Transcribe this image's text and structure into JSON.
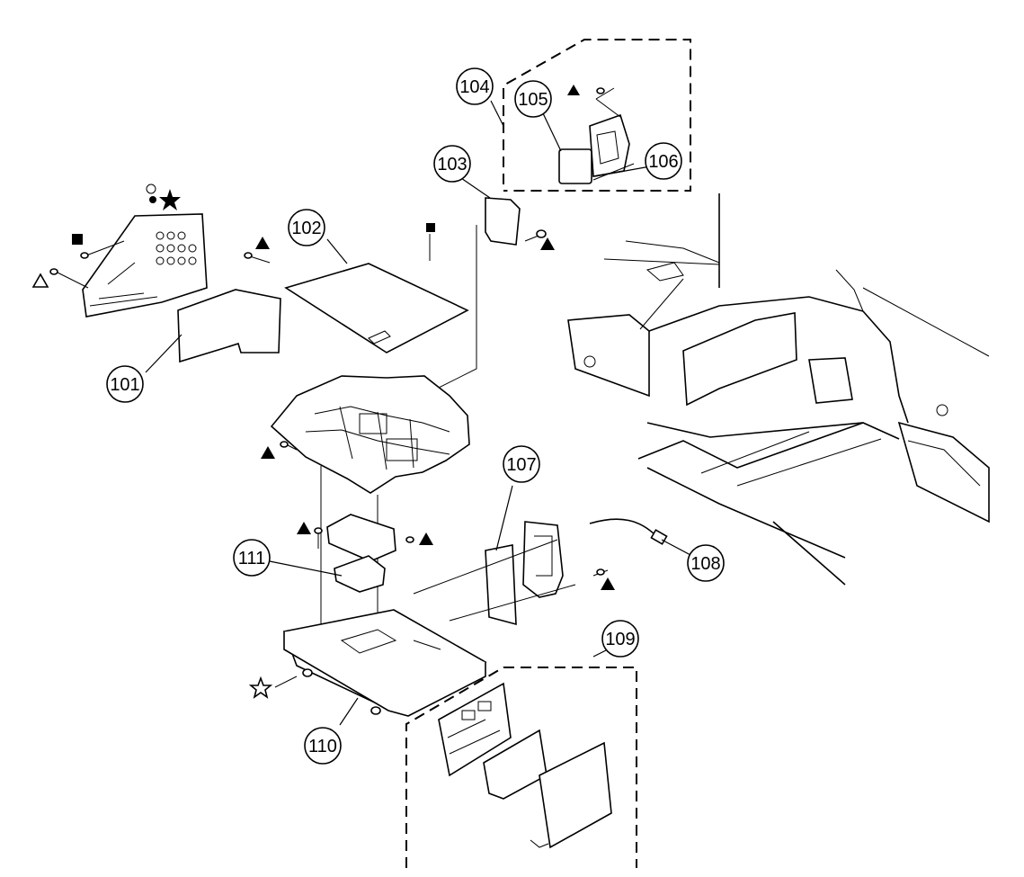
{
  "diagram": {
    "type": "exploded-parts-view",
    "callouts": [
      {
        "id": "101",
        "label": "101"
      },
      {
        "id": "102",
        "label": "102"
      },
      {
        "id": "103",
        "label": "103"
      },
      {
        "id": "104",
        "label": "104"
      },
      {
        "id": "105",
        "label": "105"
      },
      {
        "id": "106",
        "label": "106"
      },
      {
        "id": "107",
        "label": "107"
      },
      {
        "id": "108",
        "label": "108"
      },
      {
        "id": "109",
        "label": "109"
      },
      {
        "id": "110",
        "label": "110"
      },
      {
        "id": "111",
        "label": "111"
      }
    ],
    "screw_symbols": [
      "triangle-filled",
      "triangle-outline",
      "square-filled",
      "star-filled",
      "star-outline",
      "circle-outline"
    ]
  }
}
